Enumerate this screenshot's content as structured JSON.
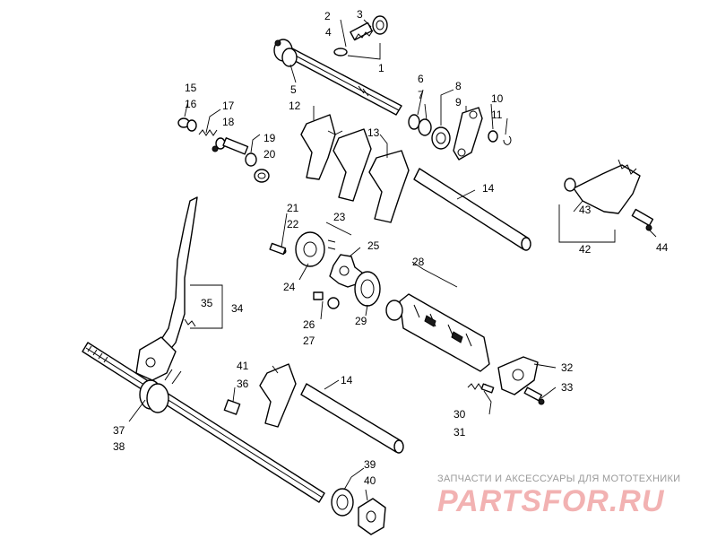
{
  "callouts": [
    {
      "id": "2",
      "text": "2"
    },
    {
      "id": "3",
      "text": "3"
    },
    {
      "id": "4",
      "text": "4"
    },
    {
      "id": "1",
      "text": "1"
    },
    {
      "id": "5",
      "text": "5"
    },
    {
      "id": "12",
      "text": "12"
    },
    {
      "id": "6",
      "text": "6"
    },
    {
      "id": "7",
      "text": "7"
    },
    {
      "id": "8",
      "text": "8"
    },
    {
      "id": "9",
      "text": "9"
    },
    {
      "id": "10",
      "text": "10"
    },
    {
      "id": "11",
      "text": "11"
    },
    {
      "id": "15",
      "text": "15"
    },
    {
      "id": "16",
      "text": "16"
    },
    {
      "id": "17",
      "text": "17"
    },
    {
      "id": "18",
      "text": "18"
    },
    {
      "id": "19",
      "text": "19"
    },
    {
      "id": "20",
      "text": "20"
    },
    {
      "id": "13",
      "text": "13"
    },
    {
      "id": "14a",
      "text": "14"
    },
    {
      "id": "43",
      "text": "43"
    },
    {
      "id": "42",
      "text": "42"
    },
    {
      "id": "44",
      "text": "44"
    },
    {
      "id": "21",
      "text": "21"
    },
    {
      "id": "22",
      "text": "22"
    },
    {
      "id": "23",
      "text": "23"
    },
    {
      "id": "25",
      "text": "25"
    },
    {
      "id": "28",
      "text": "28"
    },
    {
      "id": "24",
      "text": "24"
    },
    {
      "id": "26",
      "text": "26"
    },
    {
      "id": "27",
      "text": "27"
    },
    {
      "id": "29",
      "text": "29"
    },
    {
      "id": "35",
      "text": "35"
    },
    {
      "id": "34",
      "text": "34"
    },
    {
      "id": "41",
      "text": "41"
    },
    {
      "id": "36",
      "text": "36"
    },
    {
      "id": "14b",
      "text": "14"
    },
    {
      "id": "32",
      "text": "32"
    },
    {
      "id": "33",
      "text": "33"
    },
    {
      "id": "30",
      "text": "30"
    },
    {
      "id": "31",
      "text": "31"
    },
    {
      "id": "37",
      "text": "37"
    },
    {
      "id": "38",
      "text": "38"
    },
    {
      "id": "39",
      "text": "39"
    },
    {
      "id": "40",
      "text": "40"
    }
  ],
  "watermark": {
    "tagline": "ЗАПЧАСТИ И АКСЕССУАРЫ ДЛЯ МОТОТЕХНИКИ",
    "logo": "PARTSFOR.RU"
  }
}
